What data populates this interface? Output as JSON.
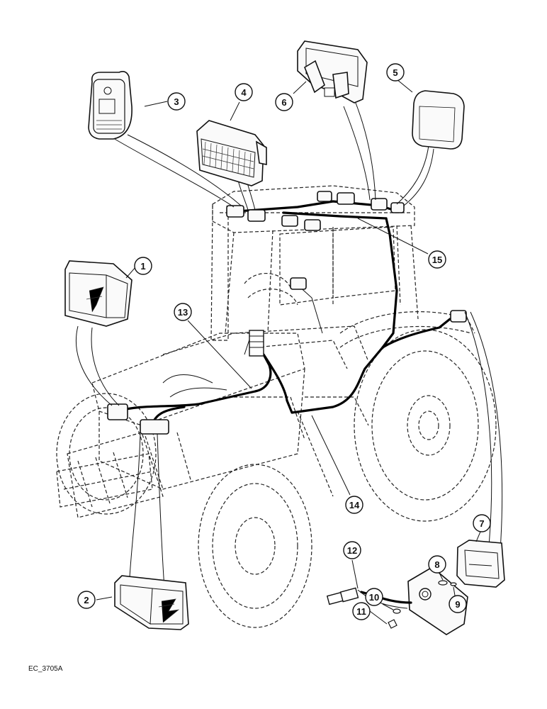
{
  "diagram": {
    "callouts": [
      "1",
      "2",
      "3",
      "4",
      "5",
      "6",
      "7",
      "8",
      "9",
      "10",
      "11",
      "12",
      "13",
      "14",
      "15"
    ],
    "reference_code": "EC_3705A"
  },
  "colors": {
    "ink": "#111111",
    "paper": "#ffffff"
  }
}
